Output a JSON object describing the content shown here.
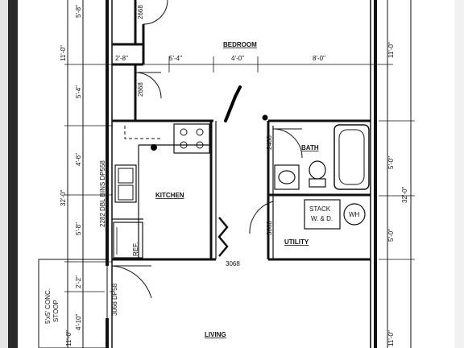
{
  "rooms": {
    "bedroom": "BEDROOM",
    "bath": "BATH",
    "kitchen": "KITCHEN",
    "utility": "UTILITY",
    "living": "LIVING"
  },
  "labels": {
    "stack": "STACK",
    "wd": "W. & D.",
    "wh": "WH",
    "ref": "REF.",
    "dbl_bins": "2282 DBL BINS DP558",
    "stoop_1": "5'x5' CONC.",
    "stoop_2": "STOOP"
  },
  "doors": {
    "top_closet": "2668",
    "bedroom_closet": "2668",
    "bath_door": "2468",
    "utility_door": "3068",
    "kitchen_door": "3068",
    "entry_door": "3068 DP58"
  },
  "dimensions": {
    "top_left_a": "5'-8\"",
    "top_left_b": "11'-0\"",
    "closet_w": "2'-8\"",
    "span_1": "5'-4\"",
    "span_2": "4'-0\"",
    "span_3": "8'-0\"",
    "left_1": "5'-4\"",
    "left_2": "4'-6\"",
    "left_3": "5'-8\"",
    "left_total": "32'-0\"",
    "stoop_1": "2'-2\"",
    "stoop_2": "4'-10\"",
    "bottom_left": "11'-0\"",
    "right_top": "11'-0\"",
    "right_1": "5'-0\"",
    "right_total": "32'-0\"",
    "right_2": "5'-0\"",
    "right_bottom": "11'-0\""
  }
}
